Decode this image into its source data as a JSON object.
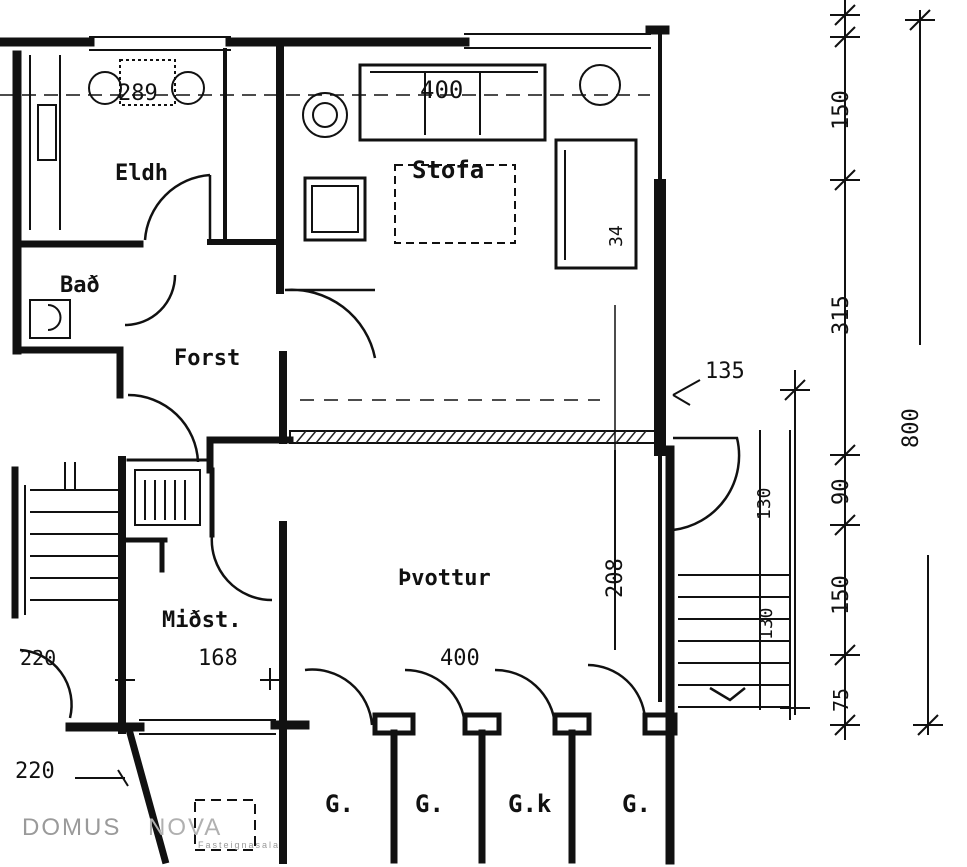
{
  "rooms": {
    "eldh": "Eldh",
    "bad": "Bað",
    "stofa": "Stofa",
    "forst": "Forst",
    "thvottur": "Þvottur",
    "midst": "Miðst."
  },
  "storage": {
    "g1": "G.",
    "g2": "G.",
    "gk": "G.k",
    "g3": "G."
  },
  "dimensions": {
    "eldh_width": "289",
    "sofa_width": "400",
    "armchair_depth": "34",
    "stofa_side": "135",
    "thvottur_width": "400",
    "thvottur_height": "208",
    "midst_width": "168",
    "stair_width_top": "220",
    "stair_width_bottom": "220",
    "stair_side_a": "130",
    "stair_side_b": "130",
    "side_150_top": "150",
    "side_315": "315",
    "side_90": "90",
    "side_150_mid": "150",
    "side_75": "75",
    "total_800": "800"
  },
  "watermark": {
    "brand_a": "DOMUS",
    "brand_b": "NOVA",
    "tagline": "Fasteignasala"
  }
}
